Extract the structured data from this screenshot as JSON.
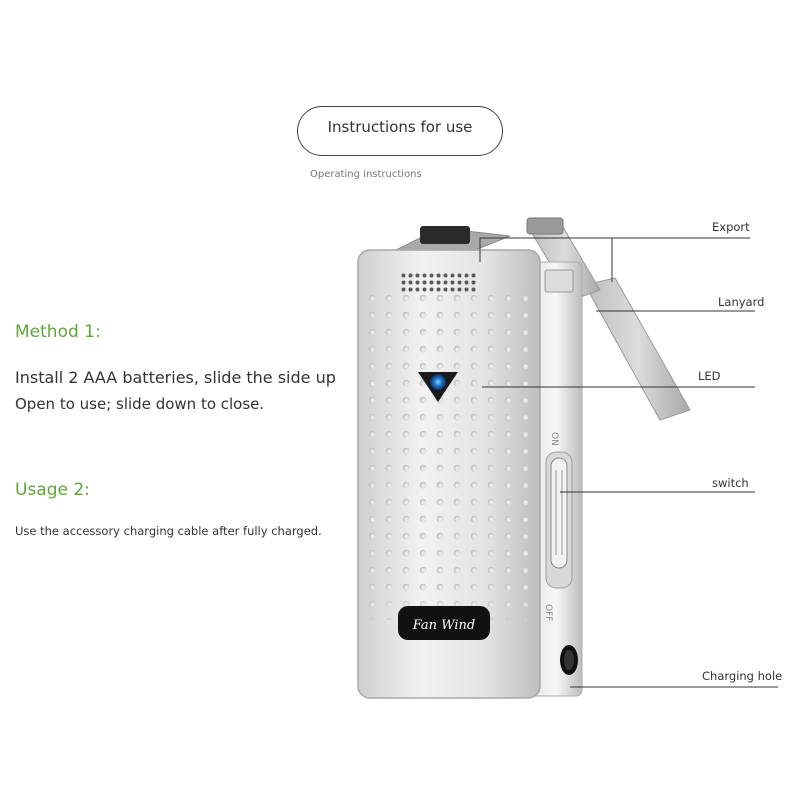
{
  "header": {
    "title": "Instructions for use",
    "subtitle": "Operating instructions"
  },
  "method1": {
    "heading": "Method 1:",
    "line1": "Install 2 AAA batteries, slide the side up",
    "line2": "Open to use; slide down to close."
  },
  "usage2": {
    "heading": "Usage 2:",
    "text": "Use the accessory charging cable after fully charged."
  },
  "callouts": {
    "export": "Export",
    "lanyard": "Lanyard",
    "led": "LED",
    "switch": "switch",
    "charging_hole": "Charging hole"
  },
  "device": {
    "logo_text": "Fan Wind",
    "side_on": "ON",
    "side_off": "OFF"
  },
  "colors": {
    "accent_green": "#5fa53b",
    "led_blue": "#1e73c8"
  }
}
